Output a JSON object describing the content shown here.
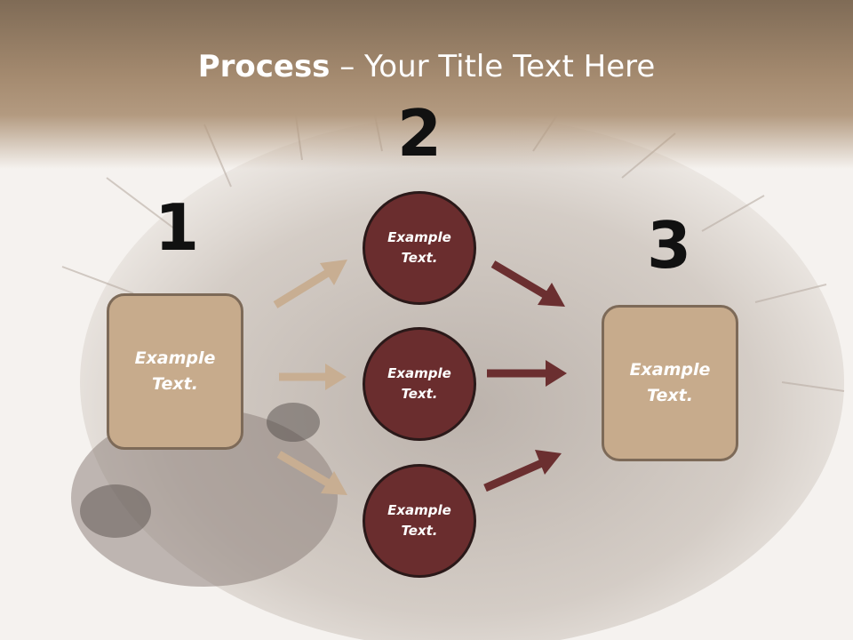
{
  "title": {
    "bold": "Process",
    "rest": " – Your Title Text Here"
  },
  "steps": {
    "one": "1",
    "two": "2",
    "three": "3"
  },
  "left_box": {
    "label": "Example\nText."
  },
  "right_box": {
    "label": "Example\nText."
  },
  "circles": [
    {
      "label": "Example\nText."
    },
    {
      "label": "Example\nText."
    },
    {
      "label": "Example\nText."
    }
  ],
  "colors": {
    "box_fill": "#c7ab8c",
    "circle_fill": "#6a2d2e",
    "left_arrow": "#c8ae92",
    "right_arrow": "#6b2f30",
    "title_band": "#a48a6f"
  }
}
